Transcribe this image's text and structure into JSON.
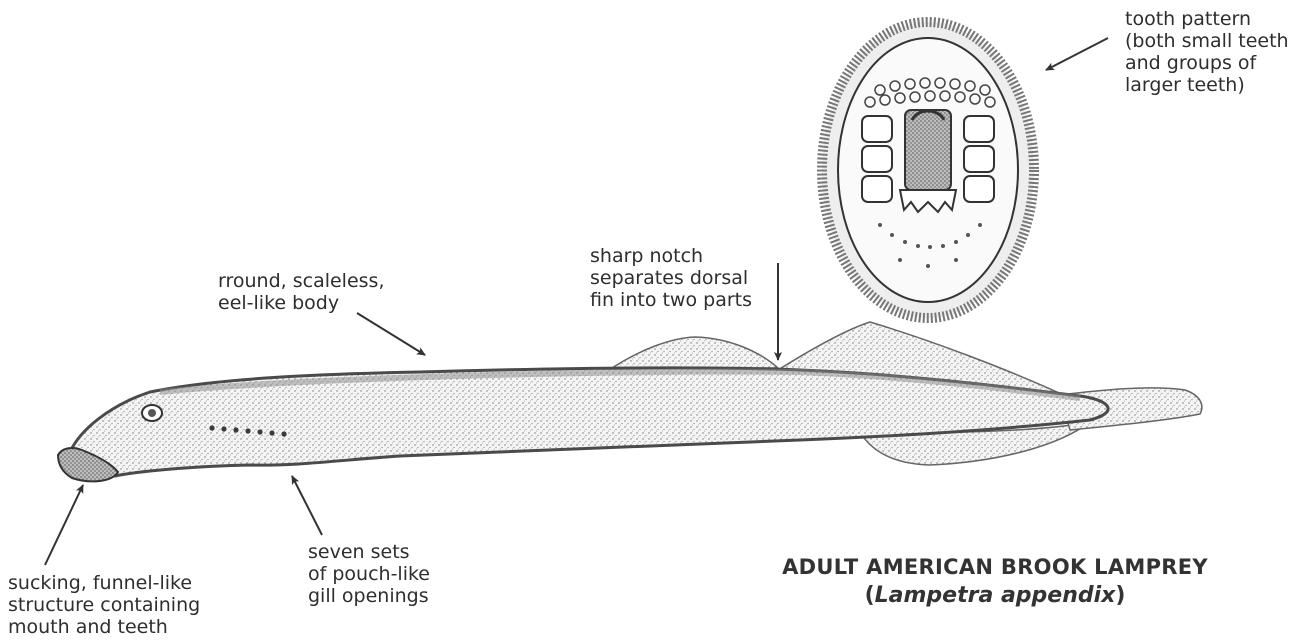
{
  "title": {
    "common_name": "ADULT AMERICAN BROOK LAMPREY",
    "open_paren": "(",
    "scientific_name": "Lampetra appendix",
    "close_paren": ")"
  },
  "labels": {
    "tooth_pattern": [
      "tooth pattern",
      "(both small teeth",
      "and groups of",
      "larger teeth)"
    ],
    "body": [
      "rround, scaleless,",
      "eel-like body"
    ],
    "notch": [
      "sharp notch",
      "separates dorsal",
      "fin into two parts"
    ],
    "mouth": [
      "sucking, funnel-like",
      "structure containing",
      "mouth and teeth"
    ],
    "gills": [
      "seven sets",
      "of pouch-like",
      "gill openings"
    ]
  }
}
